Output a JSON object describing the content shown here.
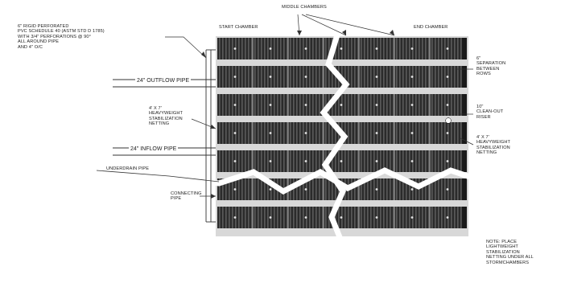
{
  "colors": {
    "chamber_dark": "#2b2b2b",
    "chamber_mid": "#555555",
    "separation": "#d8d8d8",
    "line": "#333333",
    "text": "#222222",
    "background": "#ffffff"
  },
  "labels": {
    "middle_chambers": "MIDDLE CHAMBERS",
    "start_chamber": "START CHAMBER",
    "end_chamber": "END CHAMBER",
    "rigid_perforated": "6\" RIGID PERFORATED\nPVC SCHEDULE 40 (ASTM STD D 1785)\nWITH 3/4\" PERFORATIONS @ 90°\nALL AROUND PIPE\nAND 4\" O/C",
    "outflow_pipe": "24\" OUTFLOW PIPE",
    "stab_netting_left": "4' x 7'\nHEAVYWEIGHT\nSTABILIZATION\nNETTING",
    "inflow_pipe": "24\" INFLOW PIPE",
    "underdrain_pipe": "UNDERDRAIN PIPE",
    "connecting_pipe": "CONNECTING\nPIPE",
    "separation_rows": "6\"\nSEPARATION\nBETWEEN\nROWS",
    "clean_out_riser": "10\"\nCLEAN-OUT\nRISER",
    "stab_netting_right": "4' x 7'\nHEAVYWEIGHT\nSTABILIZATION\nNETTING",
    "note": "NOTE: PLACE\nLIGHTWEIGHT\nSTABILIZATION\nNETTING UNDER ALL\nSTORMCHAMBERS"
  }
}
